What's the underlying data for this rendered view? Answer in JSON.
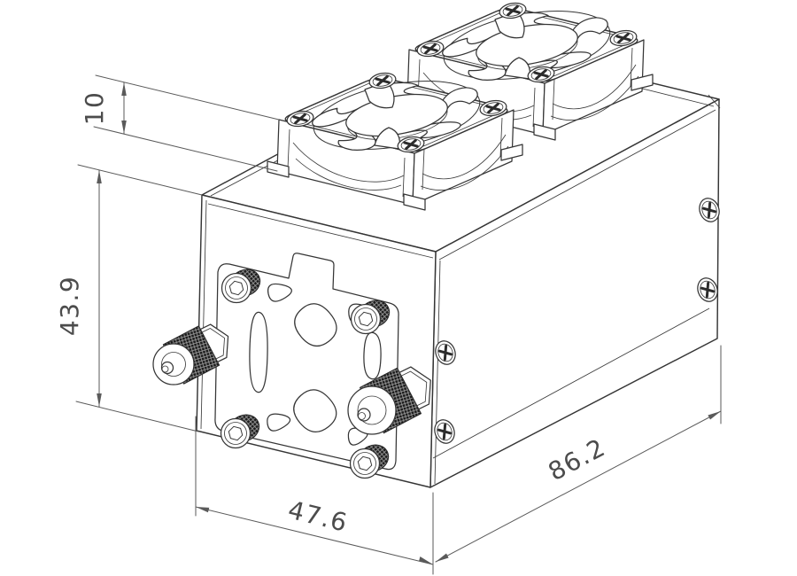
{
  "drawing": {
    "type": "isometric-cad-drawing",
    "subject": "dual-fan cooled enclosure with knurled thumbscrew faceplate",
    "colors": {
      "background": "#ffffff",
      "model_line": "#353535",
      "dimension_line": "#5a5a5a",
      "dimension_text": "#4c4c4c",
      "knurl_fill": "#1b1b1b"
    },
    "dimensions": {
      "fan_height": {
        "value": "10"
      },
      "body_height": {
        "value": "43.9"
      },
      "body_width": {
        "value": "47.6"
      },
      "body_depth": {
        "value": "86.2"
      }
    }
  }
}
